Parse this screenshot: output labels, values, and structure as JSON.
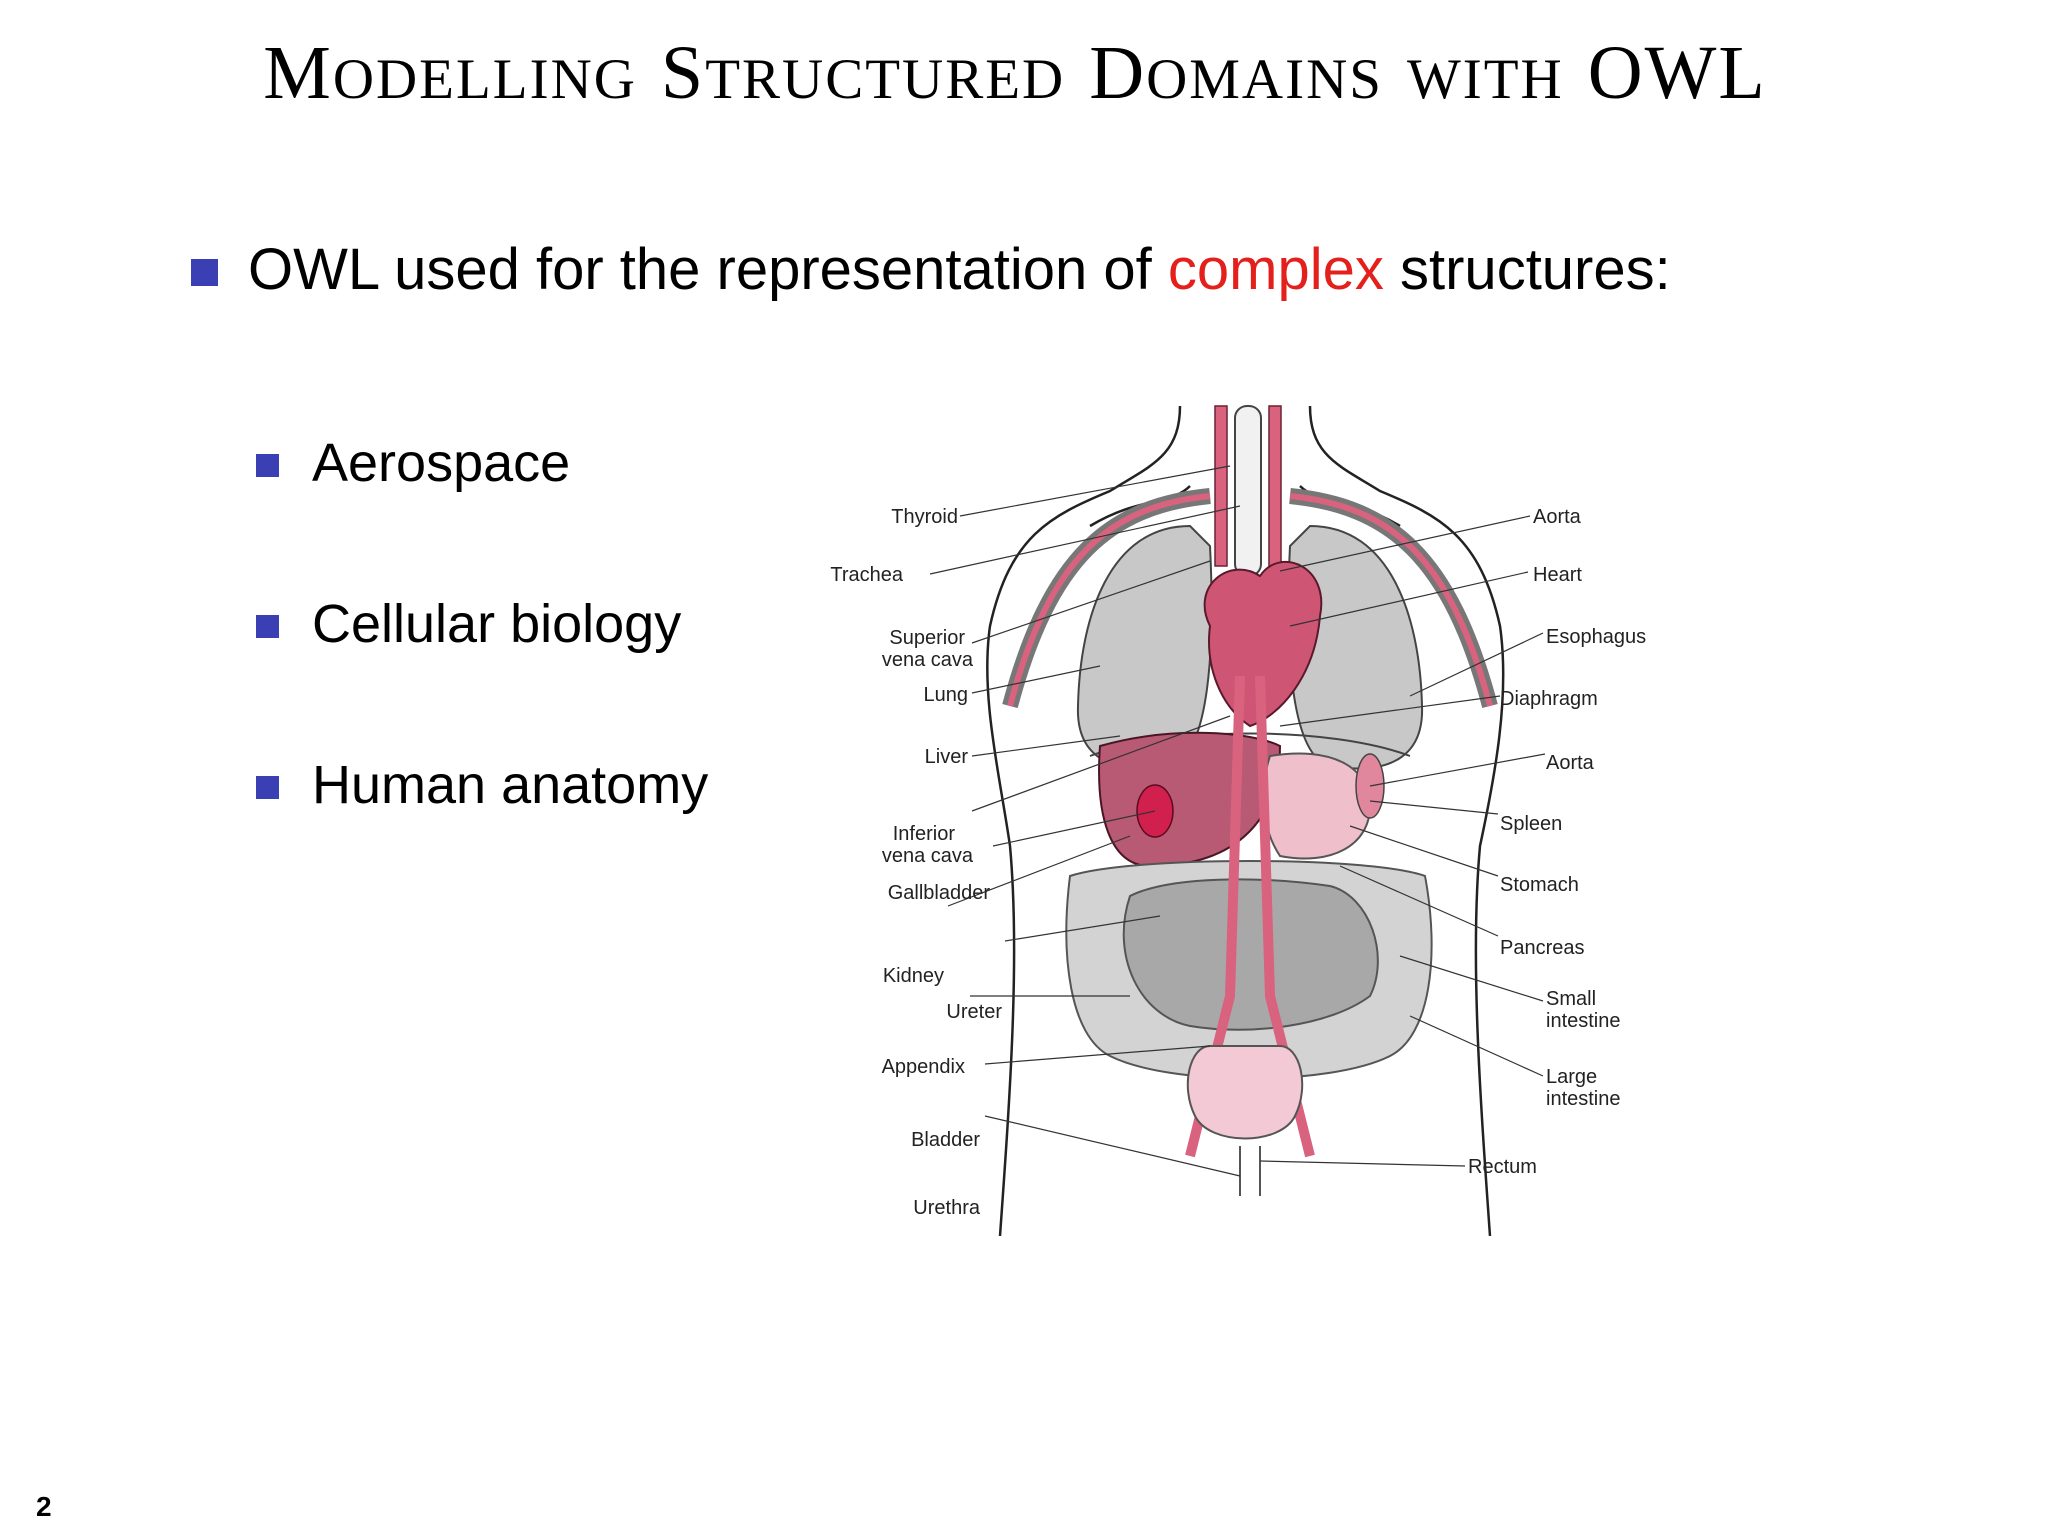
{
  "title": {
    "w1_first": "M",
    "w1_rest": "ODELLING",
    "w2_first": "S",
    "w2_rest": "TRUCTURED",
    "w3_first": "D",
    "w3_rest": "OMAINS",
    "w4": "WITH",
    "w5": "OWL"
  },
  "main_bullet": {
    "before": "OWL used for the representation of ",
    "highlight": "complex",
    "after": " structures:"
  },
  "sub_bullets": [
    "Aerospace",
    "Cellular biology",
    "Human anatomy"
  ],
  "figure": {
    "left_labels": [
      "Thyroid",
      "Trachea",
      "Superior",
      "vena cava",
      "Lung",
      "Liver",
      "Inferior",
      "vena cava",
      "Gallbladder",
      "Kidney",
      "Ureter",
      "Appendix",
      "Bladder",
      "Urethra"
    ],
    "right_labels": [
      "Aorta",
      "Heart",
      "Esophagus",
      "Diaphragm",
      "Aorta",
      "Spleen",
      "Stomach",
      "Pancreas",
      "Small",
      "intestine",
      "Large",
      "intestine",
      "Rectum"
    ]
  },
  "page_number": "2",
  "colors": {
    "bullet": "#3b3fb4",
    "highlight": "#e3201b",
    "organ_red": "#c9446a",
    "organ_pink": "#e8a7b8"
  }
}
